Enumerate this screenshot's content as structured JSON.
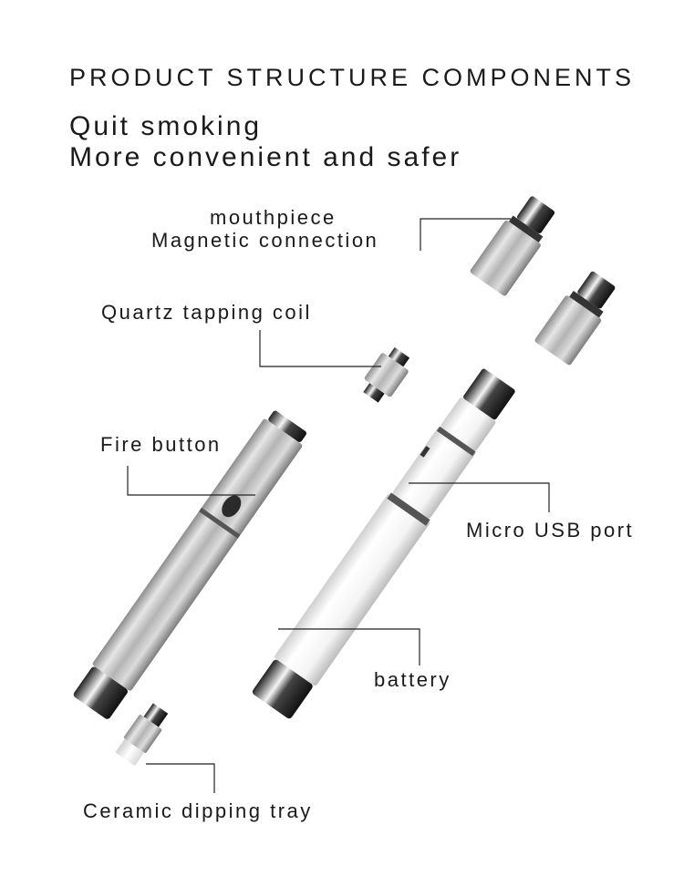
{
  "header": {
    "title": "PRODUCT STRUCTURE COMPONENTS",
    "subtitle_line1": "Quit smoking",
    "subtitle_line2": "More convenient and safer"
  },
  "labels": {
    "mouthpiece": "mouthpiece",
    "magnetic_connection": "Magnetic connection",
    "quartz_coil": "Quartz tapping coil",
    "fire_button": "Fire button",
    "micro_usb": "Micro USB port",
    "battery": "battery",
    "ceramic_tray": "Ceramic dipping tray"
  },
  "colors": {
    "text": "#1a1a1a",
    "leader_line": "#222222",
    "chrome_dark": "#3a3a3a",
    "silver": "#c9c9c9",
    "white_body": "#f2f2f2"
  }
}
